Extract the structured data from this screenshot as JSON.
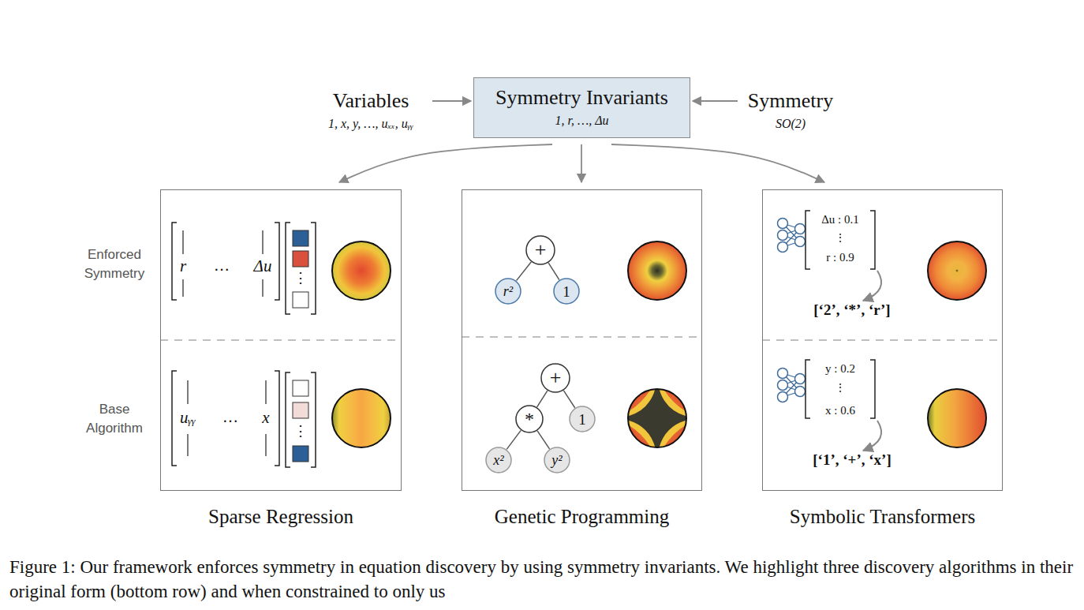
{
  "diagram": {
    "caption": "Figure 1: Our framework enforces symmetry in equation discovery by using symmetry invariants. We highlight three discovery algorithms in their original form (bottom row) and when constrained to only us",
    "nodes": [
      {
        "text": [
          "Variables",
          "1, x, y, …, uₓₓ, uᵧᵧ"
        ]
      },
      {
        "text": [
          "Symmetry Invariants",
          "1, r, …, Δu"
        ]
      },
      {
        "text": [
          "Symmetry",
          "SO(2)"
        ]
      },
      {
        "text": [
          "Sparse Regression"
        ]
      },
      {
        "text": [
          "Genetic Programming"
        ]
      },
      {
        "text": [
          "Symbolic Transformers"
        ]
      },
      {
        "text": [
          "+"
        ],
        "in": 4
      },
      {
        "text": [
          "r²"
        ],
        "in": 4
      },
      {
        "text": [
          "1"
        ],
        "in": 4
      },
      {
        "text": [
          "+"
        ],
        "in": 4
      },
      {
        "text": [
          "*"
        ],
        "in": 4
      },
      {
        "text": [
          "1"
        ],
        "in": 4
      },
      {
        "text": [
          "x²"
        ],
        "in": 4
      },
      {
        "text": [
          "y²"
        ],
        "in": 4
      }
    ],
    "edges": [
      {
        "from": 0,
        "to": 1,
        "arrow": "to"
      },
      {
        "from": 2,
        "to": 1,
        "arrow": "to"
      },
      {
        "from": 1,
        "to": 3,
        "arrow": "to"
      },
      {
        "from": 1,
        "to": 4,
        "arrow": "to"
      },
      {
        "from": 1,
        "to": 5,
        "arrow": "to"
      },
      {
        "from": 6,
        "to": 7,
        "arrow": "none"
      },
      {
        "from": 6,
        "to": 8,
        "arrow": "none"
      },
      {
        "from": 9,
        "to": 10,
        "arrow": "none"
      },
      {
        "from": 9,
        "to": 11,
        "arrow": "none"
      },
      {
        "from": 10,
        "to": 12,
        "arrow": "none"
      },
      {
        "from": 10,
        "to": 13,
        "arrow": "none"
      }
    ],
    "labels": [
      "Enforced Symmetry",
      "r",
      "…",
      "Δu",
      "⋮",
      "Δu : 0.1",
      "⋮",
      "r : 0.9",
      "[‘2’, ‘*’, ‘r’]",
      "Base Algorithm",
      "uᵧᵧ",
      "…",
      "x",
      "⋮",
      "y : 0.2",
      "⋮",
      "x : 0.6",
      "[‘1’, ‘+’, ‘x’]"
    ]
  }
}
